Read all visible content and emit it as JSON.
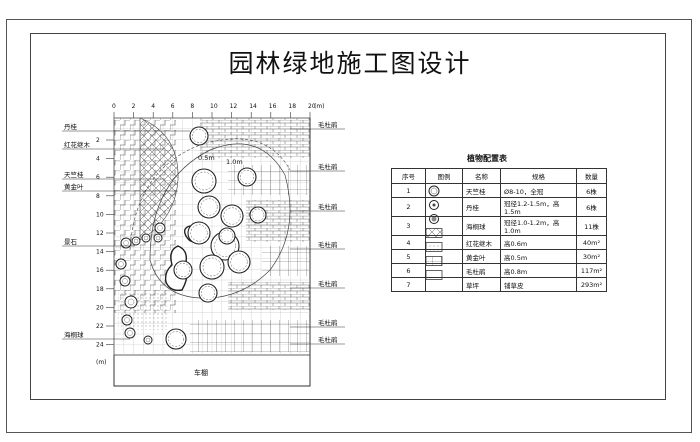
{
  "title": "园林绿地施工图设计",
  "plan": {
    "x_ticks": [
      "0",
      "2",
      "4",
      "6",
      "8",
      "10",
      "12",
      "14",
      "16",
      "18",
      "20"
    ],
    "x_unit": "(m)",
    "y_ticks": [
      "2",
      "4",
      "6",
      "8",
      "10",
      "12",
      "14",
      "16",
      "18",
      "20",
      "22",
      "24"
    ],
    "y_unit": "(m)",
    "dim_labels": [
      "0.5m",
      "1.0m"
    ],
    "left_labels": [
      "丹桂",
      "红花继木",
      "天竺桂",
      "黄金叶",
      "景石",
      "海桐球"
    ],
    "right_labels": [
      "毛杜鹃",
      "毛杜鹃",
      "毛杜鹃",
      "毛杜鹃",
      "毛杜鹃",
      "毛杜鹃",
      "毛杜鹃"
    ],
    "bottom_label": "车棚"
  },
  "table": {
    "title": "植物配置表",
    "headers": [
      "序号",
      "图例",
      "名称",
      "规格",
      "数量"
    ],
    "rows": [
      {
        "no": "1",
        "icon": "tree-large-icon",
        "name": "天竺桂",
        "spec": "Ø8-10，全冠",
        "qty": "6株"
      },
      {
        "no": "2",
        "icon": "tree-medium-icon",
        "name": "丹桂",
        "spec": "冠径1.2-1.5m，高1.5m",
        "qty": "6株"
      },
      {
        "no": "3",
        "icon": "shrub-ball-icon",
        "name": "海桐球",
        "spec": "冠径1.0-1.2m，高1.0m",
        "qty": "11株"
      },
      {
        "no": "4",
        "icon": "cross-hatch-icon",
        "name": "红花继木",
        "spec": "高0.6m",
        "qty": "40m²"
      },
      {
        "no": "5",
        "icon": "dot-hatch-icon",
        "name": "黄金叶",
        "spec": "高0.5m",
        "qty": "30m²"
      },
      {
        "no": "6",
        "icon": "grid-hatch-icon",
        "name": "毛杜鹃",
        "spec": "高0.8m",
        "qty": "117m²"
      },
      {
        "no": "7",
        "icon": "lawn-icon",
        "name": "草坪",
        "spec": "铺草皮",
        "qty": "293m²"
      }
    ]
  }
}
